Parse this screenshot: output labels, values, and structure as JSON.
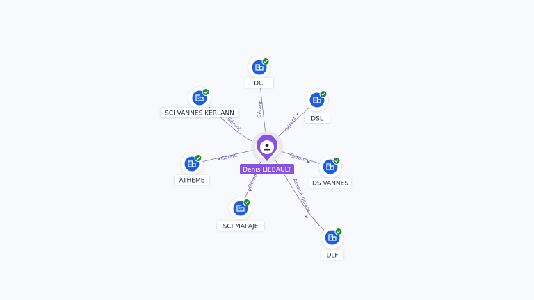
{
  "colors": {
    "company": "#1a5fe0",
    "verified": "#1e8a3a",
    "person": "#8a50e6",
    "edge_label": "#6b5fd6",
    "edge": "#7a7f8c",
    "background": "#f8f9fc"
  },
  "center": {
    "name": "Denis LIEBAULT",
    "icon": "person-icon"
  },
  "companies": [
    {
      "id": "dci",
      "name": "DCI",
      "role": "Gérant",
      "icon": "building-icon",
      "verified": true
    },
    {
      "id": "dsl",
      "name": "DSL",
      "role": "Gérant",
      "icon": "building-icon",
      "verified": true
    },
    {
      "id": "ds-vannes",
      "name": "DS VANNES",
      "role": "Gérant",
      "icon": "building-icon",
      "verified": true
    },
    {
      "id": "dlf",
      "name": "DLF",
      "role": "Associé-gérant",
      "icon": "building-icon",
      "verified": true
    },
    {
      "id": "sci-mapaje",
      "name": "SCI MAPAJE",
      "role": "Gérant",
      "icon": "building-icon",
      "verified": true
    },
    {
      "id": "atheme",
      "name": "ATHEME",
      "role": "Gérant",
      "icon": "building-icon",
      "verified": true
    },
    {
      "id": "sci-vannes-kerlann",
      "name": "SCI VANNES KERLANN",
      "role": "Gérant",
      "icon": "building-icon",
      "verified": true
    }
  ]
}
